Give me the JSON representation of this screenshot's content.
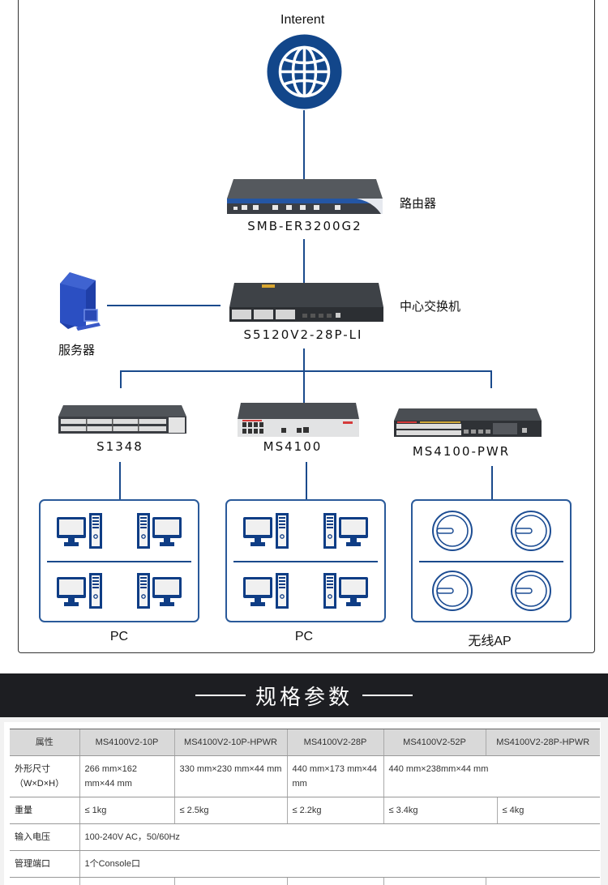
{
  "diagram": {
    "internet_label": "Interent",
    "router": {
      "model": "SMB-ER3200G2",
      "role": "路由器"
    },
    "core_switch": {
      "model": "S5120V2-28P-LI",
      "role": "中心交换机"
    },
    "server": {
      "role": "服务器"
    },
    "access_switches": [
      {
        "model": "S1348"
      },
      {
        "model": "MS4100"
      },
      {
        "model": "MS4100-PWR"
      }
    ],
    "groups": [
      {
        "label": "PC",
        "type": "pc"
      },
      {
        "label": "PC",
        "type": "pc"
      },
      {
        "label": "无线AP",
        "type": "ap"
      }
    ],
    "colors": {
      "accent": "#1a4a8c",
      "globe": "#12468a"
    }
  },
  "banner": {
    "title": "规格参数"
  },
  "spec_table": {
    "headers": [
      "属性",
      "MS4100V2-10P",
      "MS4100V2-10P-HPWR",
      "MS4100V2-28P",
      "MS4100V2-52P",
      "MS4100V2-28P-HPWR"
    ],
    "dimensions": {
      "label": "外形尺寸（W×D×H）",
      "values": [
        "266 mm×162 mm×44 mm",
        "330  mm×230  mm×44 mm",
        "440 mm×173 mm×44 mm",
        "440 mm×238mm×44 mm"
      ]
    },
    "weight": {
      "label": "重量",
      "values": [
        "≤ 1kg",
        "≤ 2.5kg",
        "≤ 2.2kg",
        "≤ 3.4kg",
        "≤ 4kg"
      ]
    },
    "voltage": {
      "label": "输入电压",
      "value": "100-240V AC，50/60Hz"
    },
    "mgmt_port": {
      "label": "管理端口",
      "value": "1个Console口"
    }
  }
}
